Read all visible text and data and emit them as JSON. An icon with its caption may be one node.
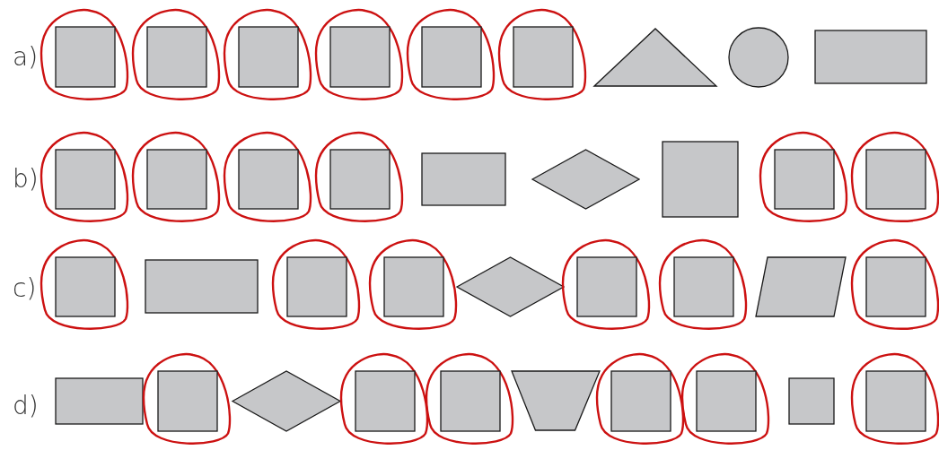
{
  "diagram": {
    "nodes": [
      {
        "text": [],
        "shape": "circle"
      },
      {
        "text": [],
        "shape": "square",
        "in": 0
      },
      {
        "text": [],
        "shape": "circle"
      },
      {
        "text": [],
        "shape": "square",
        "in": 2
      },
      {
        "text": [],
        "shape": "circle"
      },
      {
        "text": [],
        "shape": "square",
        "in": 4
      },
      {
        "text": [],
        "shape": "circle"
      },
      {
        "text": [],
        "shape": "square",
        "in": 6
      },
      {
        "text": [],
        "shape": "circle"
      },
      {
        "text": [],
        "shape": "square",
        "in": 8
      },
      {
        "text": [],
        "shape": "circle"
      },
      {
        "text": [],
        "shape": "square",
        "in": 10
      },
      {
        "text": [],
        "shape": "triangle"
      },
      {
        "text": [],
        "shape": "circle"
      },
      {
        "text": [],
        "shape": "rectangle"
      },
      {
        "text": [],
        "shape": "circle"
      },
      {
        "text": [],
        "shape": "square",
        "in": 15
      },
      {
        "text": [],
        "shape": "circle"
      },
      {
        "text": [],
        "shape": "square",
        "in": 17
      },
      {
        "text": [],
        "shape": "circle"
      },
      {
        "text": [],
        "shape": "square",
        "in": 19
      },
      {
        "text": [],
        "shape": "circle"
      },
      {
        "text": [],
        "shape": "square",
        "in": 21
      },
      {
        "text": [],
        "shape": "rectangle"
      },
      {
        "text": [],
        "shape": "diamond"
      },
      {
        "text": [],
        "shape": "square"
      },
      {
        "text": [],
        "shape": "circle"
      },
      {
        "text": [],
        "shape": "square",
        "in": 26
      },
      {
        "text": [],
        "shape": "circle"
      },
      {
        "text": [],
        "shape": "square",
        "in": 28
      },
      {
        "text": [],
        "shape": "circle"
      },
      {
        "text": [],
        "shape": "square",
        "in": 30
      },
      {
        "text": [],
        "shape": "rectangle"
      },
      {
        "text": [],
        "shape": "circle"
      },
      {
        "text": [],
        "shape": "square",
        "in": 33
      },
      {
        "text": [],
        "shape": "circle"
      },
      {
        "text": [],
        "shape": "square",
        "in": 35
      },
      {
        "text": [],
        "shape": "diamond"
      },
      {
        "text": [],
        "shape": "circle"
      },
      {
        "text": [],
        "shape": "square",
        "in": 38
      },
      {
        "text": [],
        "shape": "circle"
      },
      {
        "text": [],
        "shape": "square",
        "in": 40
      },
      {
        "text": [],
        "shape": "parallelogram"
      },
      {
        "text": [],
        "shape": "circle"
      },
      {
        "text": [],
        "shape": "square",
        "in": 43
      },
      {
        "text": [],
        "shape": "rectangle"
      },
      {
        "text": [],
        "shape": "circle"
      },
      {
        "text": [],
        "shape": "square",
        "in": 46
      },
      {
        "text": [],
        "shape": "diamond"
      },
      {
        "text": [],
        "shape": "circle"
      },
      {
        "text": [],
        "shape": "square",
        "in": 49
      },
      {
        "text": [],
        "shape": "circle"
      },
      {
        "text": [],
        "shape": "square",
        "in": 51
      },
      {
        "text": [],
        "shape": "trapezoid"
      },
      {
        "text": [],
        "shape": "circle"
      },
      {
        "text": [],
        "shape": "square",
        "in": 54
      },
      {
        "text": [],
        "shape": "circle"
      },
      {
        "text": [],
        "shape": "square",
        "in": 56
      },
      {
        "text": [],
        "shape": "square"
      },
      {
        "text": [],
        "shape": "circle"
      },
      {
        "text": [],
        "shape": "square",
        "in": 59
      }
    ],
    "labels": [
      "a)",
      "b)",
      "c)",
      "d)"
    ]
  }
}
